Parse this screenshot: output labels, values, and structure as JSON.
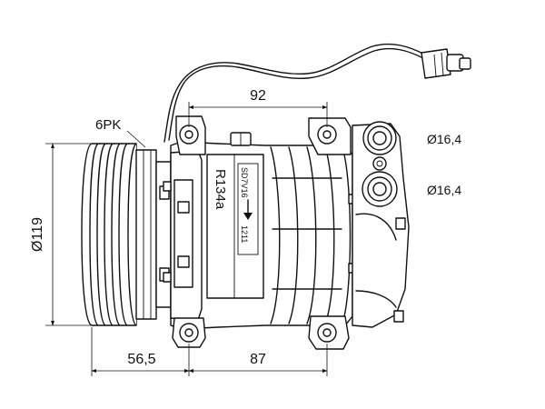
{
  "labels": {
    "top_dim": "92",
    "left_dim": "Ø119",
    "belt": "6PK",
    "port_top": "Ø16,4",
    "port_bottom": "Ø16,4",
    "bottom_left_dim": "56,5",
    "bottom_right_dim": "87"
  },
  "plate": {
    "refrigerant": "R134a",
    "model": "SD7V16",
    "number": "1211"
  }
}
